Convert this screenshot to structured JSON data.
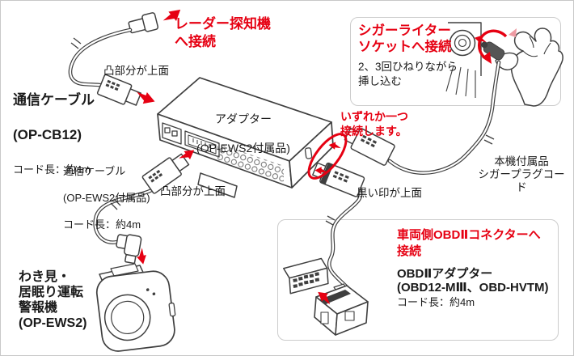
{
  "colors": {
    "accent_red": "#e60012",
    "text": "#1a1a1a",
    "line_art": "#3f3f3f",
    "callout_border": "#cccccc",
    "frame_border": "#c8c8c8",
    "background": "#ffffff"
  },
  "labels": {
    "radar_connect": "レーダー探知機\nへ接続",
    "protrusion_top_1": "凸部分が上面",
    "comm_cable_cb12": {
      "name": "通信ケーブル",
      "model": "(OP-CB12)",
      "cord_length": "コード長：約4m"
    },
    "adapter": {
      "name": "アダプター",
      "model": "(OP-EWS2付属品)"
    },
    "comm_cable_ews2": {
      "name": "通信ケーブル",
      "model": "(OP-EWS2付属品)",
      "cord_length": "コード長：約4m"
    },
    "protrusion_top_2": "凸部分が上面",
    "warning_device_name": "わき見・\n居眠り運転\n警報機\n(OP-EWS2)",
    "either_one": "いずれか一つ\n接続します。",
    "cigar_cord": "本機付属品\nシガープラグコード",
    "black_mark_top": "黒い印が上面"
  },
  "callouts": {
    "cigar_socket": {
      "title": "シガーライター\nソケットへ接続",
      "instruction": "2、3回ひねりながら\n挿し込む"
    },
    "obd_connector": {
      "title": "車両側OBDⅡコネクターへ\n接続",
      "product_name": "OBDⅡアダプター",
      "product_model": "(OBD12-MⅢ、OBD-HVTM)",
      "cord_length": "コード長：約4m"
    }
  }
}
